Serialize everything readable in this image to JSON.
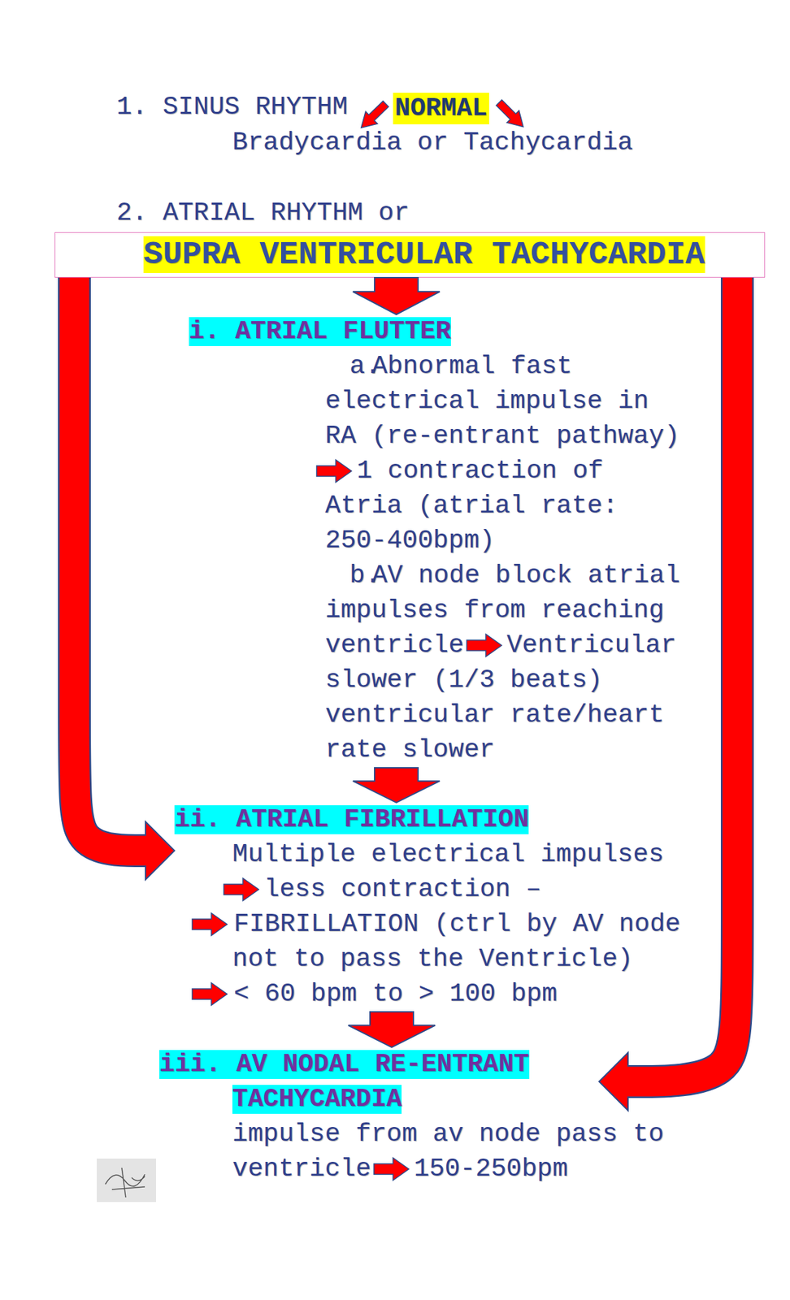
{
  "diagram": {
    "nodes": [
      {
        "text": [
          "NORMAL"
        ]
      },
      {
        "text": [
          "SUPRA VENTRICULAR TACHYCARDIA"
        ]
      },
      {
        "text": [
          "i. ATRIAL FLUTTER",
          "a.",
          "Abnormal fast electrical impulse in RA (re-entrant pathway)",
          "1 contraction of Atria (atrial rate: 250-400bpm)",
          "b.",
          "AV node block atrial impulses from reaching ventricle",
          "Ventricular slower (1/3 beats) ventricular rate/heart rate slower"
        ]
      },
      {
        "text": [
          "ii. ATRIAL FIBRILLATION",
          "Multiple electrical impulses",
          "less contraction –",
          "FIBRILLATION (ctrl by AV node not to pass the Ventricle)",
          "< 60 bpm to > 100 bpm"
        ]
      },
      {
        "text": [
          "iii. AV NODAL RE-ENTRANT TACHYCARDIA",
          "impulse from av node pass to ventricle",
          "150-250bpm"
        ]
      }
    ],
    "edges": [
      {
        "from": 1,
        "to": 2,
        "arrow": "to"
      },
      {
        "from": 2,
        "to": 3,
        "arrow": "to"
      },
      {
        "from": 3,
        "to": 4,
        "arrow": "to"
      },
      {
        "from": 1,
        "to": 3,
        "arrow": "to"
      },
      {
        "from": 1,
        "to": 4,
        "arrow": "to"
      }
    ],
    "labels": [
      "1. SINUS RHYTHM",
      "Bradycardia or Tachycardia",
      "2. ATRIAL RHYTHM or"
    ]
  }
}
